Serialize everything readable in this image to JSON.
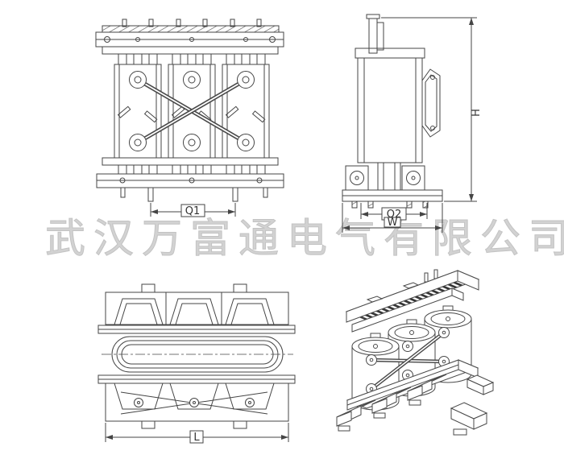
{
  "watermark": {
    "text": "武汉万富通电气有限公司",
    "color": "#cbcbcb"
  },
  "views": {
    "front": {
      "dim_q1": "Q1"
    },
    "side": {
      "dim_h": "H",
      "dim_q2": "Q2",
      "dim_w": "W"
    },
    "plan": {
      "dim_l": "L"
    }
  },
  "colors": {
    "line": "#454545",
    "dark": "#2e2e2e",
    "background": "#ffffff"
  }
}
